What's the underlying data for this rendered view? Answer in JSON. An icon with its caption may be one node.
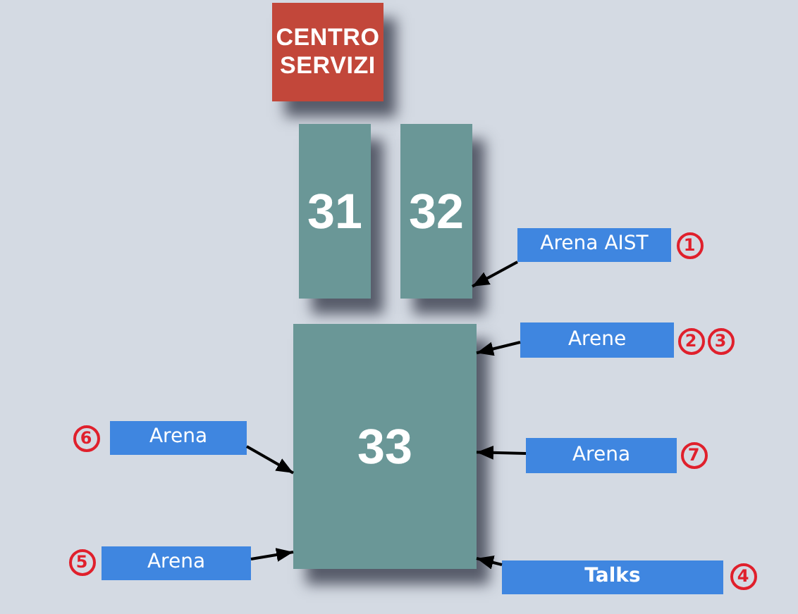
{
  "diagram": {
    "nodes": [
      {
        "text": [
          "CENTRO SERVIZI"
        ]
      },
      {
        "text": [
          "31"
        ]
      },
      {
        "text": [
          "32"
        ]
      },
      {
        "text": [
          "Arena AIST"
        ],
        "beside": [
          "1"
        ]
      },
      {
        "text": [
          "Arene"
        ],
        "beside": [
          "2",
          "3"
        ]
      },
      {
        "text": [
          "33"
        ]
      },
      {
        "text": [
          "Arena"
        ],
        "beside": [
          "6"
        ]
      },
      {
        "text": [
          "Arena"
        ],
        "beside": [
          "7"
        ]
      },
      {
        "text": [
          "Arena"
        ],
        "beside": [
          "5"
        ]
      },
      {
        "text": [
          "Talks"
        ],
        "beside": [
          "4"
        ]
      }
    ],
    "edges": [
      {
        "from": 3,
        "to": 2,
        "arrow": "to"
      },
      {
        "from": 4,
        "to": 5,
        "arrow": "to"
      },
      {
        "from": 6,
        "to": 5,
        "arrow": "to"
      },
      {
        "from": 7,
        "to": 5,
        "arrow": "to"
      },
      {
        "from": 8,
        "to": 5,
        "arrow": "to"
      },
      {
        "from": 9,
        "to": 5,
        "arrow": "to"
      }
    ]
  }
}
